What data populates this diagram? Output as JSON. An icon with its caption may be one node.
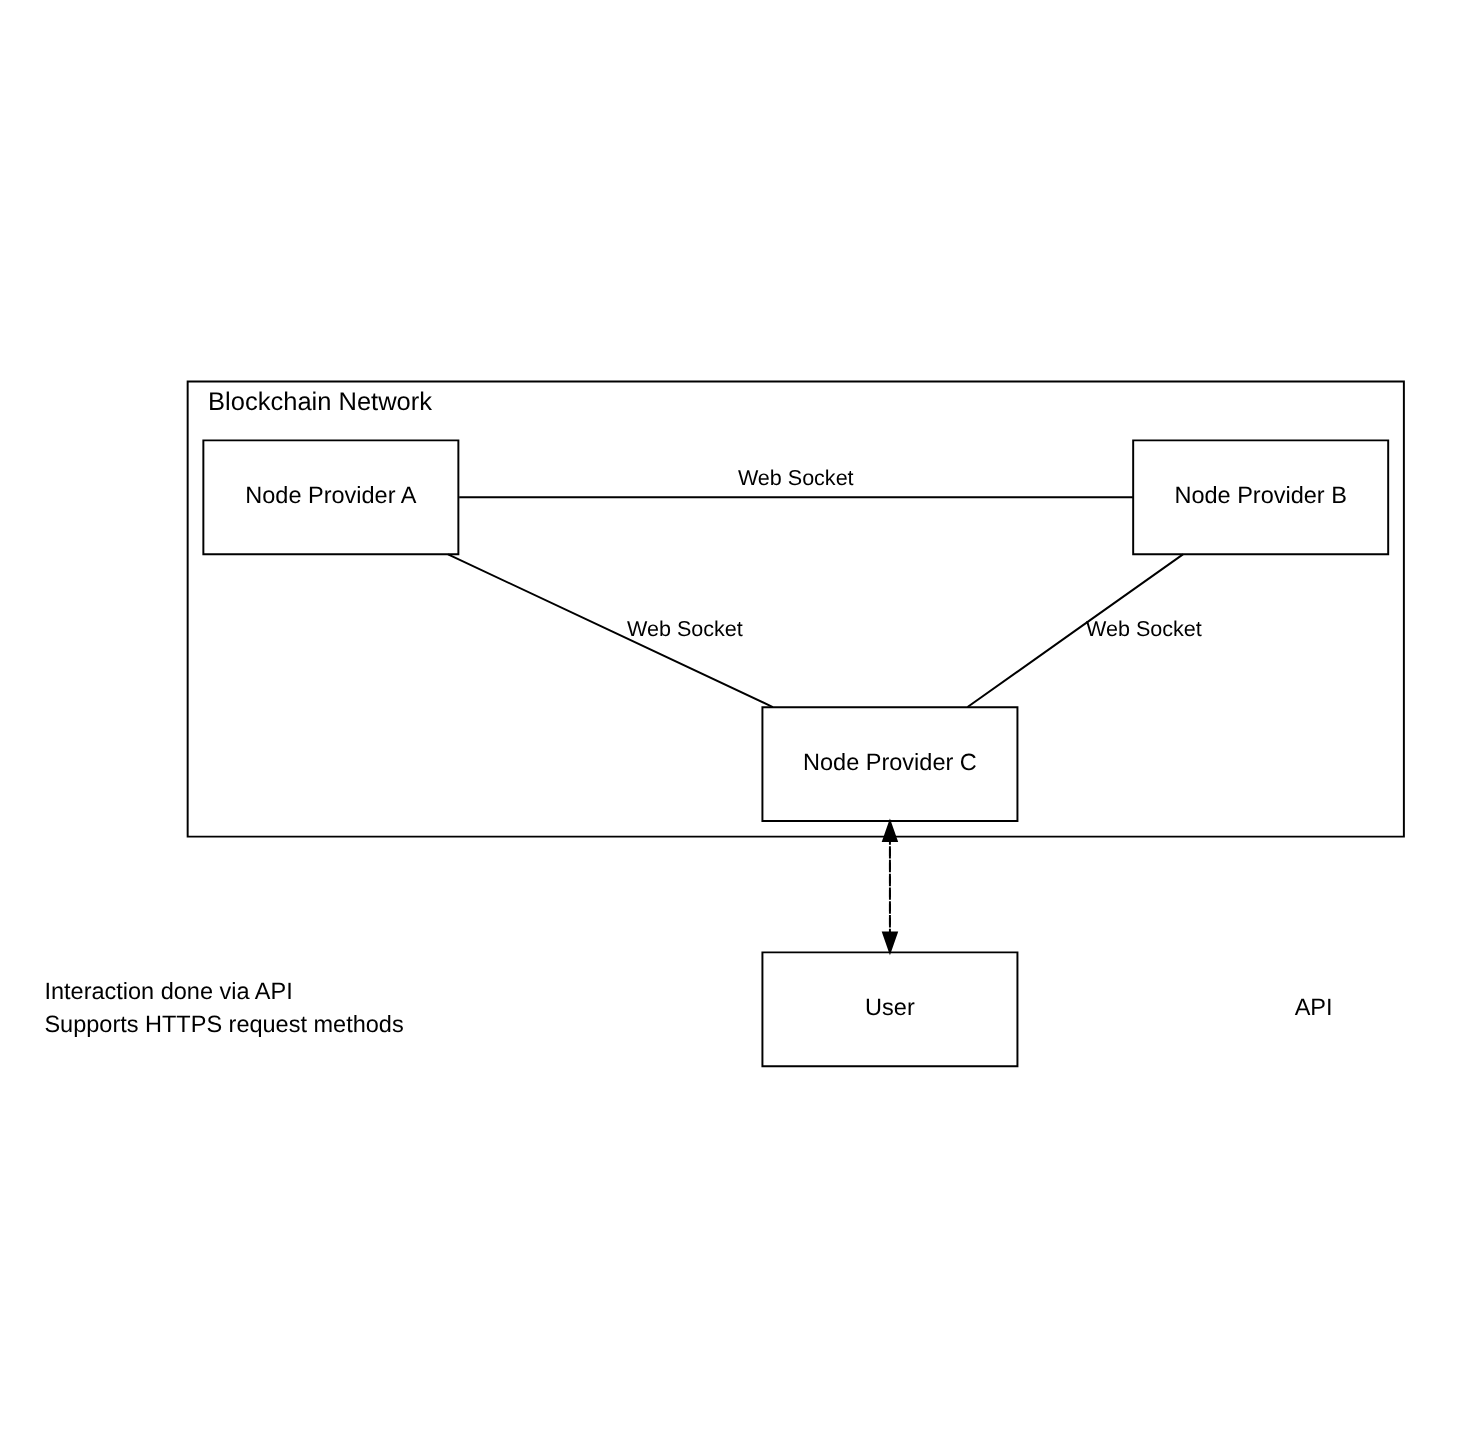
{
  "diagram": {
    "nodes": [
      {
        "text": [
          "Blockchain Network"
        ]
      },
      {
        "text": [
          "Node Provider A"
        ],
        "in": 0
      },
      {
        "text": [
          "Node Provider B"
        ],
        "in": 0
      },
      {
        "text": [
          "Node Provider C"
        ],
        "in": 0
      },
      {
        "text": [
          "User"
        ],
        "beside": [
          "Interaction done via API",
          "Supports HTTPS request methods"
        ]
      }
    ],
    "edges": [
      {
        "from": 1,
        "to": 2,
        "arrow": "none",
        "label": "Web Socket"
      },
      {
        "from": 1,
        "to": 3,
        "arrow": "none",
        "label": "Web Socket"
      },
      {
        "from": 2,
        "to": 3,
        "arrow": "none",
        "label": "Web Socket"
      },
      {
        "from": 3,
        "to": 4,
        "arrow": "to",
        "style": "dashed"
      },
      {
        "from": 4,
        "to": 3,
        "arrow": "to",
        "style": "dashed"
      }
    ],
    "labels": [
      "API"
    ]
  }
}
